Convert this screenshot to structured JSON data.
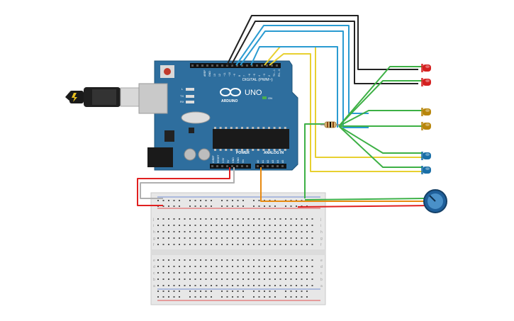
{
  "board": {
    "brand": "ARDUINO",
    "model": "UNO",
    "on_label": "ON",
    "digital_label": "DIGITAL (PWM~)",
    "power_label": "POWER",
    "analog_label": "ANALOG IN",
    "tx_label": "TX",
    "rx_label": "RX",
    "l_label": "L",
    "digital_pins": [
      "AREF",
      "GND",
      "13",
      "12",
      "~11",
      "~10",
      "~9",
      "8",
      "7",
      "~6",
      "~5",
      "4",
      "~3",
      "2",
      "TX→1",
      "RX←0"
    ],
    "power_pins": [
      "IOREF",
      "RESET",
      "3.3V",
      "5V",
      "GND",
      "GND",
      "Vin"
    ],
    "analog_pins": [
      "A0",
      "A1",
      "A2",
      "A3",
      "A4",
      "A5"
    ]
  },
  "breadboard": {
    "row_letters_top": [
      "j",
      "i",
      "h",
      "g",
      "f"
    ],
    "row_letters_bottom": [
      "e",
      "d",
      "c",
      "b",
      "a"
    ],
    "columns": 30
  },
  "components": {
    "leds": [
      {
        "color_name": "red",
        "color": "#d42020"
      },
      {
        "color_name": "red",
        "color": "#d42020"
      },
      {
        "color_name": "yellow",
        "color": "#b8860b"
      },
      {
        "color_name": "yellow",
        "color": "#b8860b"
      },
      {
        "color_name": "blue",
        "color": "#1a6fa8"
      },
      {
        "color_name": "blue",
        "color": "#1a6fa8"
      }
    ],
    "resistor": "resistor",
    "potentiometer": "potentiometer",
    "usb": "usb-cable"
  },
  "colors": {
    "board": "#2e6e9e",
    "wire_black": "#222222",
    "wire_blue": "#2a9bd1",
    "wire_yellow": "#e8d030",
    "wire_green": "#3db045",
    "wire_red": "#e02020",
    "wire_orange": "#e88a10",
    "wire_gray": "#b0b0b0"
  }
}
